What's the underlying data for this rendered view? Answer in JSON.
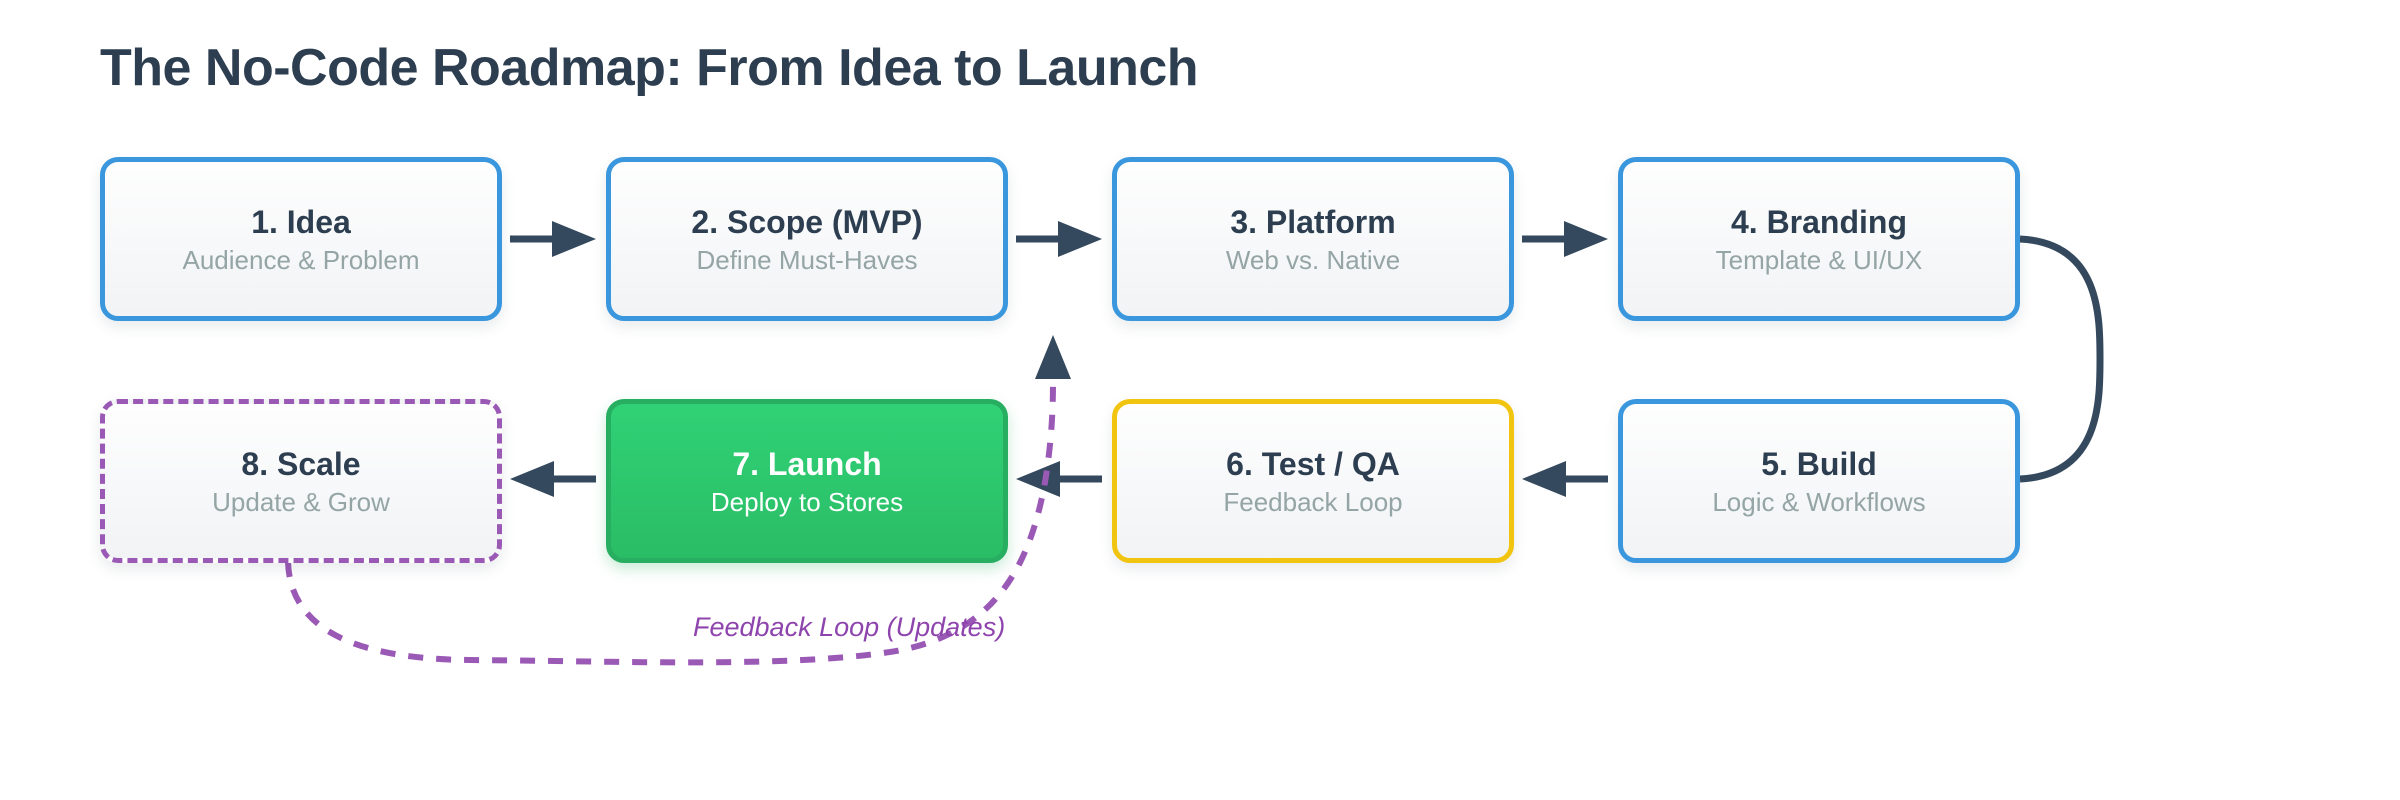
{
  "title": "The No-Code Roadmap: From Idea to Launch",
  "diagram": {
    "steps": [
      {
        "title": "1. Idea",
        "subtitle": "Audience & Problem",
        "variant": "blue"
      },
      {
        "title": "2. Scope (MVP)",
        "subtitle": "Define Must-Haves",
        "variant": "blue"
      },
      {
        "title": "3. Platform",
        "subtitle": "Web vs. Native",
        "variant": "blue"
      },
      {
        "title": "4. Branding",
        "subtitle": "Template & UI/UX",
        "variant": "blue"
      },
      {
        "title": "5. Build",
        "subtitle": "Logic & Workflows",
        "variant": "blue"
      },
      {
        "title": "6. Test / QA",
        "subtitle": "Feedback Loop",
        "variant": "yellow"
      },
      {
        "title": "7. Launch",
        "subtitle": "Deploy to Stores",
        "variant": "green"
      },
      {
        "title": "8. Scale",
        "subtitle": "Update & Grow",
        "variant": "purple-dashed"
      }
    ],
    "feedback_label": "Feedback Loop (Updates)",
    "colors": {
      "accent_blue": "#3a97dd",
      "accent_yellow": "#f1c40f",
      "accent_green": "#2ecc71",
      "accent_green_border": "#27ae60",
      "accent_purple": "#9b59b6",
      "label_purple": "#8e44ad",
      "arrow_slate": "#34495e",
      "title_text": "#2d3e50",
      "subtitle_text": "#95a5a6"
    }
  }
}
